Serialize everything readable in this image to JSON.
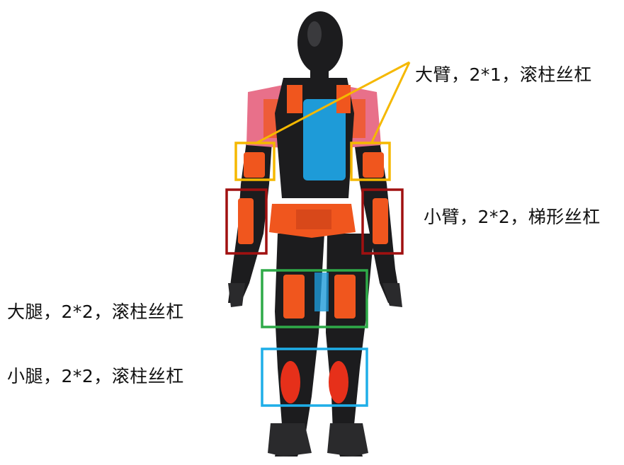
{
  "labels": {
    "upper_arm": "大臂，2*1，滚柱丝杠",
    "forearm": "小臂，2*2，梯形丝杠",
    "thigh": "大腿，2*2，滚柱丝杠",
    "shank": "小腿，2*2，滚柱丝杠"
  },
  "colors": {
    "upper_arm_box": "#F5B800",
    "forearm_box": "#A01010",
    "thigh_box": "#2EAA48",
    "shank_box": "#1EAEE8",
    "body_dark": "#1c1c1e",
    "actuator_orange": "#F0561E",
    "torso_blue": "#1E9BD8",
    "accent_pink": "#E8708A"
  },
  "icons": {
    "figure": "humanoid-robot-illustration"
  }
}
